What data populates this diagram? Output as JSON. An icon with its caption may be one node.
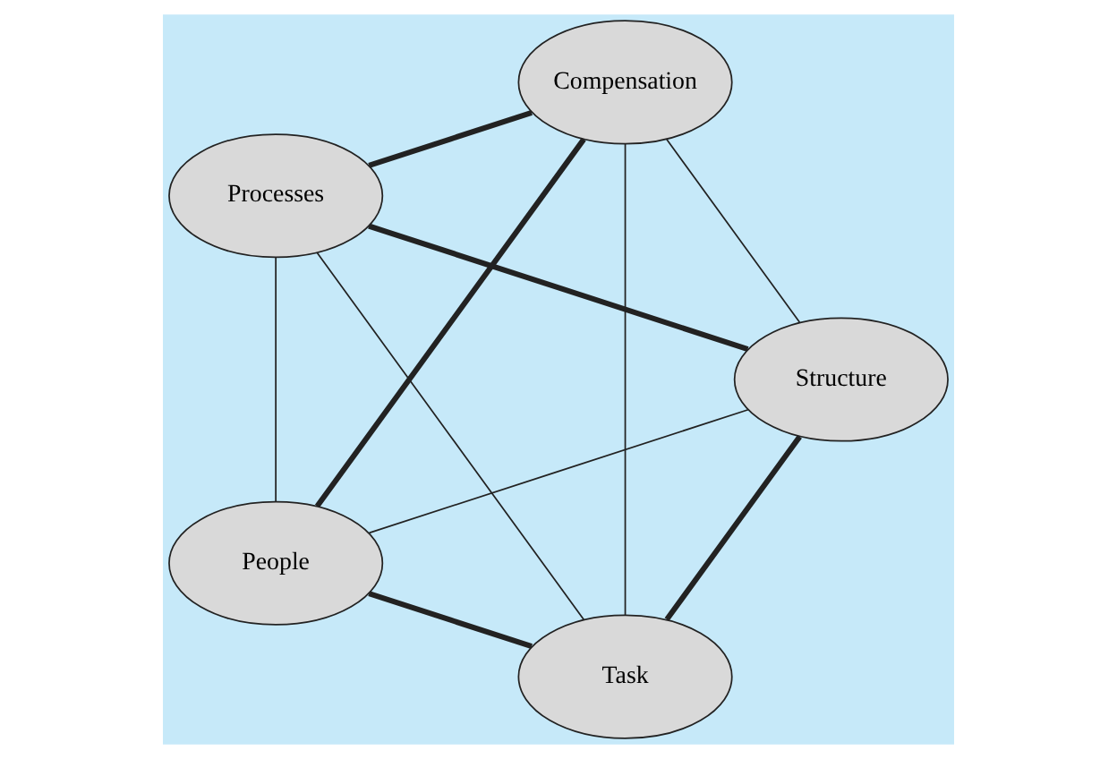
{
  "diagram": {
    "nodes": [
      {
        "text": [
          "Task"
        ]
      },
      {
        "text": [
          "Structure"
        ]
      },
      {
        "text": [
          "Processes"
        ]
      },
      {
        "text": [
          "Compensation"
        ]
      },
      {
        "text": [
          "People"
        ]
      }
    ],
    "edges": [
      {
        "from": 0,
        "to": 1,
        "arrow": "none",
        "style": "thick"
      },
      {
        "from": 1,
        "to": 2,
        "arrow": "none",
        "style": "thick"
      },
      {
        "from": 2,
        "to": 3,
        "arrow": "none",
        "style": "thick"
      },
      {
        "from": 3,
        "to": 4,
        "arrow": "none",
        "style": "thick"
      },
      {
        "from": 4,
        "to": 0,
        "arrow": "none",
        "style": "thick"
      },
      {
        "from": 0,
        "to": 2,
        "arrow": "none"
      },
      {
        "from": 0,
        "to": 3,
        "arrow": "none"
      },
      {
        "from": 4,
        "to": 1,
        "arrow": "none"
      },
      {
        "from": 4,
        "to": 2,
        "arrow": "none"
      },
      {
        "from": 1,
        "to": 3,
        "arrow": "none"
      }
    ]
  }
}
